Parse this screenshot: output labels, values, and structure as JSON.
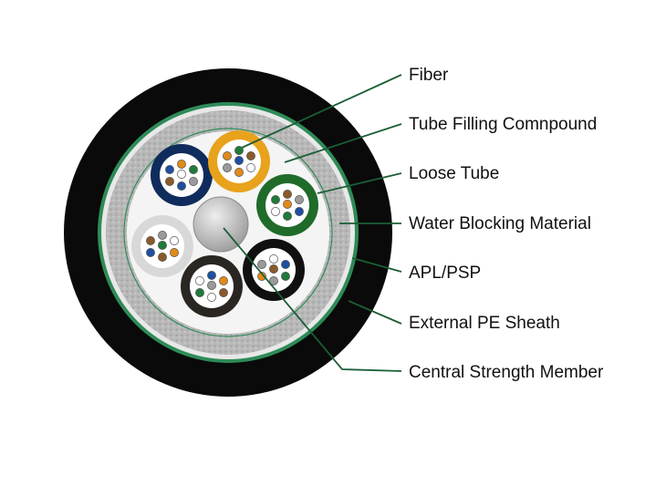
{
  "labels": {
    "fiber": "Fiber",
    "tube_filling_compound": "Tube Filling Comnpound",
    "loose_tube": "Loose Tube",
    "water_blocking_material": "Water Blocking Material",
    "apl_psp": "APL/PSP",
    "external_pe_sheath": "External PE Sheath",
    "central_strength_member": "Central Strength Member"
  },
  "colors": {
    "sheath": "#0a0a0a",
    "green_line": "#2e8b57",
    "leader_line": "#1b5e35",
    "armor": "#b9b9b9",
    "filling": "#f4f4f4",
    "central_member": "#c8c8c8"
  },
  "tube_colors": [
    "#0f2c5c",
    "#e8a21c",
    "#1f6b2a",
    "#d8d8d8",
    "#101010",
    "#2a2622"
  ],
  "fiber_colors": [
    "#1e4fa0",
    "#e08a1a",
    "#1f7a3a",
    "#8a5a2b",
    "#9a9a9a",
    "#ffffff"
  ]
}
